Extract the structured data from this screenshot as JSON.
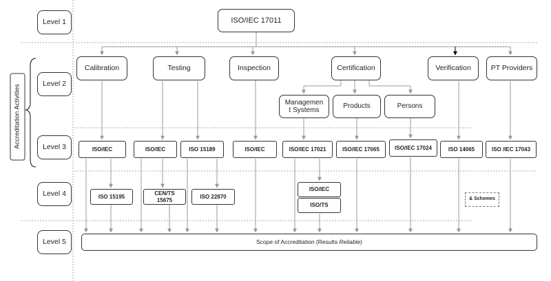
{
  "levels": {
    "level1": "Level 1",
    "level2": "Level 2",
    "level3": "Level 3",
    "level4": "Level 4",
    "level5": "Level 5"
  },
  "side_label": "Accreditation Activities",
  "level1_box": "ISO/IEC 17011",
  "level2_boxes": {
    "calibration": "Calibration",
    "testing": "Testing",
    "inspection": "Inspection",
    "certification": "Certification",
    "verification": "Verification",
    "pt_providers": "PT Providers"
  },
  "certification_subs": {
    "management_line1": "Managemen",
    "management_line2": "t Systems",
    "products": "Products",
    "persons": "Persons"
  },
  "level3_boxes": {
    "cal_iso_iec": "ISO/IEC",
    "test_iso_iec": "ISO/IEC",
    "iso_15189": "ISO 15189",
    "insp_iso_iec": "ISO/IEC",
    "iso_iec_17021": "ISO/IEC 17021",
    "iso_iec_17065": "ISO/IEC 17065",
    "iso_iec_17024": "ISO/IEC 17024",
    "iso_14065": "ISO 14065",
    "iso_iec_17043": "ISO /IEC 17043"
  },
  "level4_boxes": {
    "iso_15195": "ISO 15195",
    "cen_ts_line1": "CEN/TS",
    "cen_ts_line2": "15675",
    "iso_22870": "ISO 22870",
    "iso_iec": "ISO/IEC",
    "iso_ts": "ISO/TS",
    "schemes": "& Schemes"
  },
  "level5_box": {
    "prefix": "Scope of Accreditation (Results ",
    "emphasis": "Reliable",
    "suffix": ")"
  },
  "colors": {
    "border": "#333333",
    "connector": "#999999",
    "dotted_rule": "#aaaaaa",
    "verification_arrow": "#000000"
  }
}
